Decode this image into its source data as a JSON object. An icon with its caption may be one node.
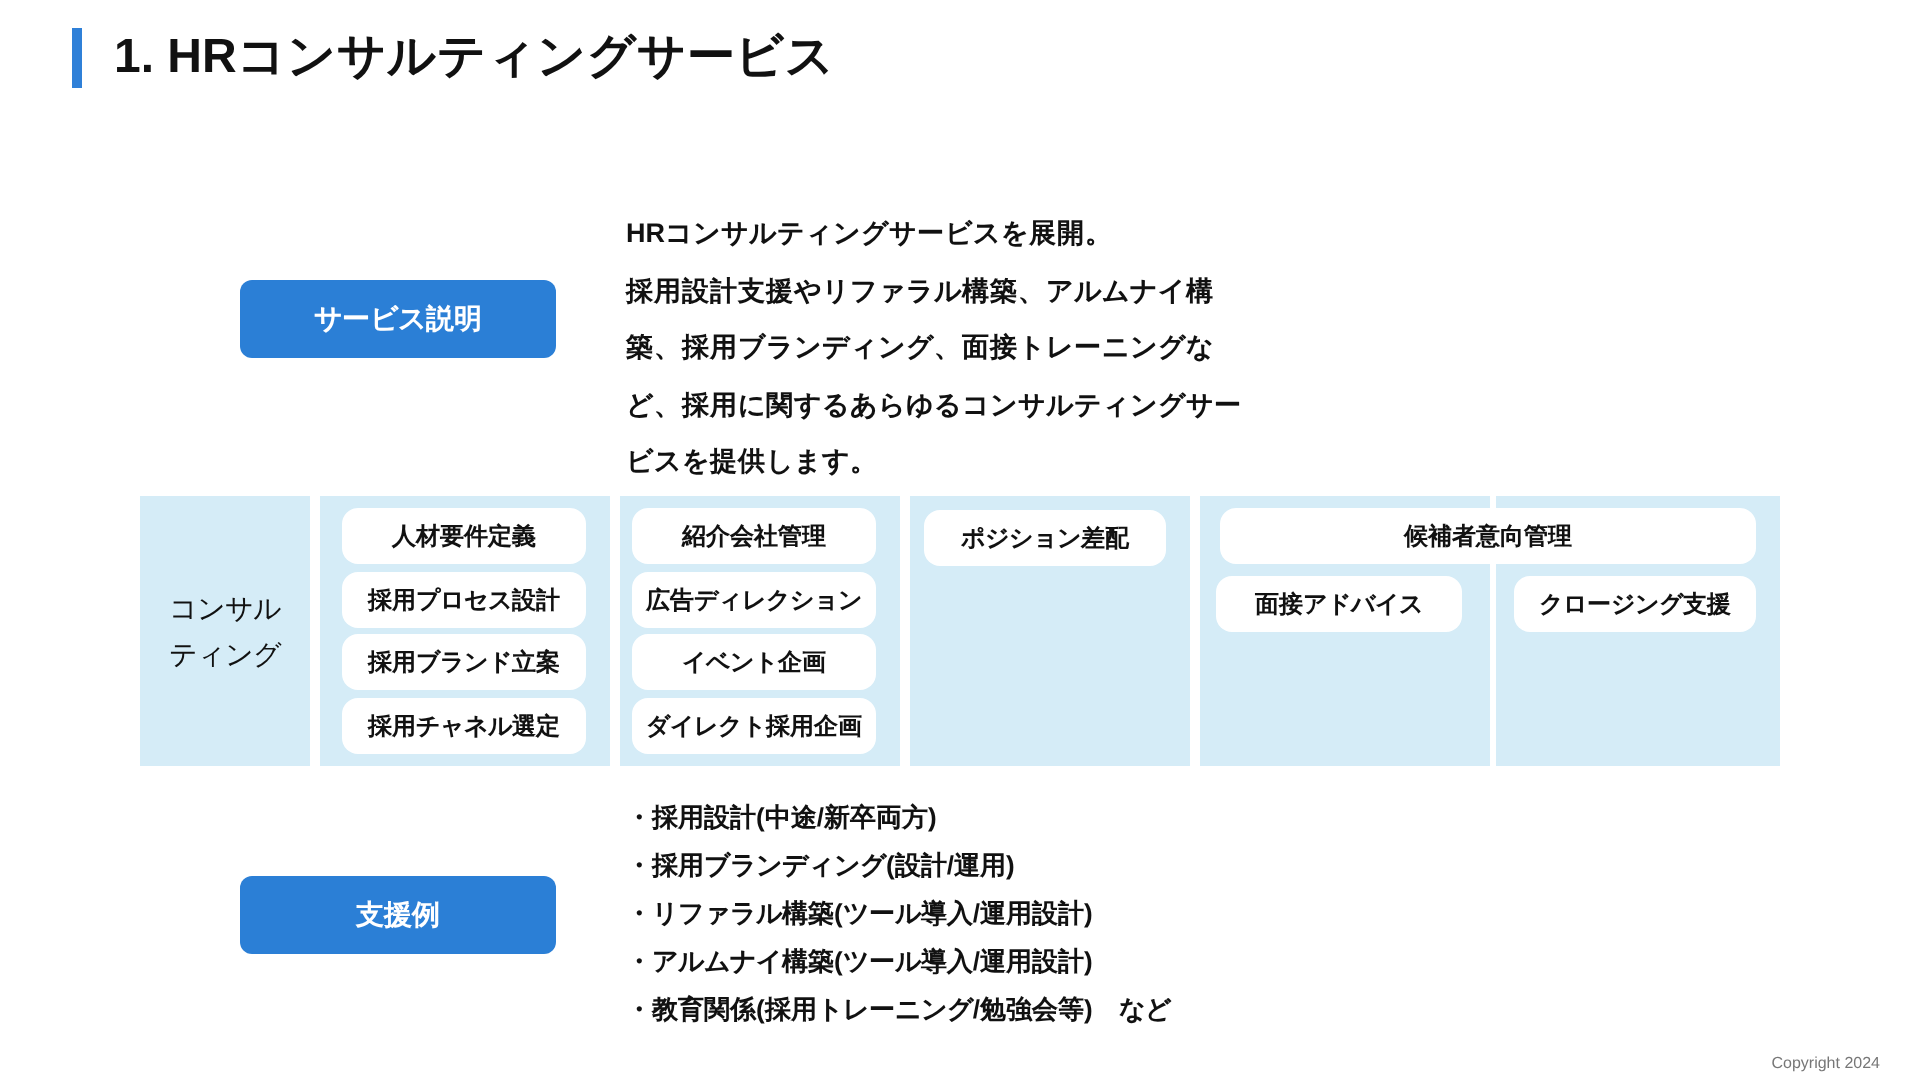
{
  "diagram": {
    "title": "1. HRコンサルティングサービス",
    "nodes": [
      {
        "text": [
          "サービス説明"
        ],
        "beside": [
          "HRコンサルティングサービスを展開。",
          "採用設計支援やリファラル構築、アルムナイ構築、採用ブランディング、面接トレーニングなど、採用に関するあらゆるコンサルティングサービスを提供します。"
        ]
      },
      {
        "text": [
          "コンサルティング"
        ]
      },
      {
        "text": [],
        "shape": "box"
      },
      {
        "text": [],
        "shape": "box"
      },
      {
        "text": [],
        "shape": "box"
      },
      {
        "text": [],
        "shape": "box"
      },
      {
        "text": [],
        "shape": "box"
      },
      {
        "text": [
          "人材要件定義"
        ],
        "in": 2
      },
      {
        "text": [
          "採用プロセス設計"
        ],
        "in": 2
      },
      {
        "text": [
          "採用ブランド立案"
        ],
        "in": 2
      },
      {
        "text": [
          "採用チャネル選定"
        ],
        "in": 2
      },
      {
        "text": [
          "紹介会社管理"
        ],
        "in": 3
      },
      {
        "text": [
          "広告ディレクション"
        ],
        "in": 3
      },
      {
        "text": [
          "イベント企画"
        ],
        "in": 3
      },
      {
        "text": [
          "ダイレクト採用企画"
        ],
        "in": 3
      },
      {
        "text": [
          "ポジション差配"
        ],
        "in": 4
      },
      {
        "text": [
          "候補者意向管理"
        ]
      },
      {
        "text": [
          "面接アドバイス"
        ],
        "in": 5
      },
      {
        "text": [
          "クロージング支援"
        ],
        "in": 6
      },
      {
        "text": [
          "支援例"
        ],
        "beside": [
          "・採用設計(中途/新卒両方)",
          "・採用ブランディング(設計/運用)",
          "・リファラル構築(ツール導入/運用設計)",
          "・アルムナイ構築(ツール導入/運用設計)",
          "・教育関係(採用トレーニング/勉強会等)　など"
        ]
      }
    ],
    "labels": [
      "Copyright 2024"
    ]
  }
}
